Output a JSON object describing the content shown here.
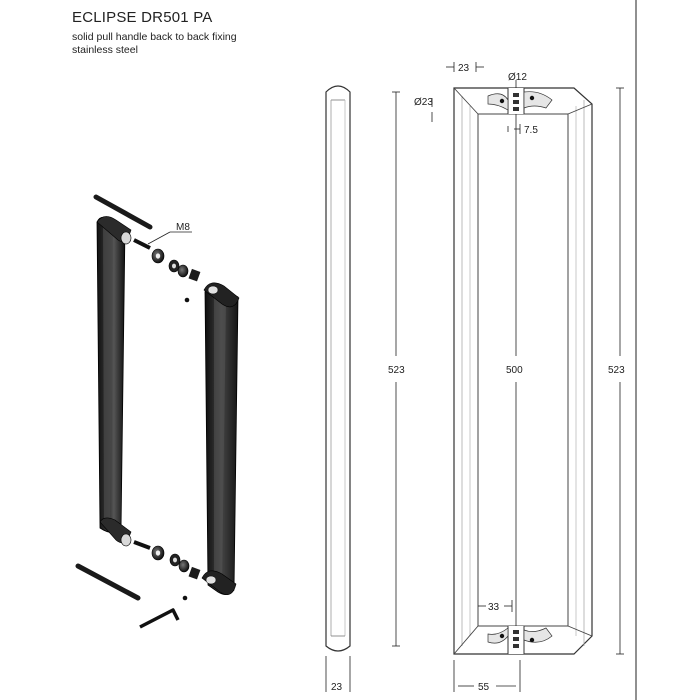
{
  "header": {
    "title": "ECLIPSE DR501 PA",
    "line1": "solid pull handle back to back fixing",
    "line2": "stainless steel"
  },
  "exploded_view": {
    "bolt_label": "M8"
  },
  "side_view": {
    "diameter": "Ø23",
    "length": "523",
    "bottom_width": "23"
  },
  "front_view": {
    "top_width": "23",
    "fixing_diameter": "Ø12",
    "gap": "7.5",
    "centers": "500",
    "inner_width": "33",
    "overall_width": "55",
    "length": "523"
  }
}
